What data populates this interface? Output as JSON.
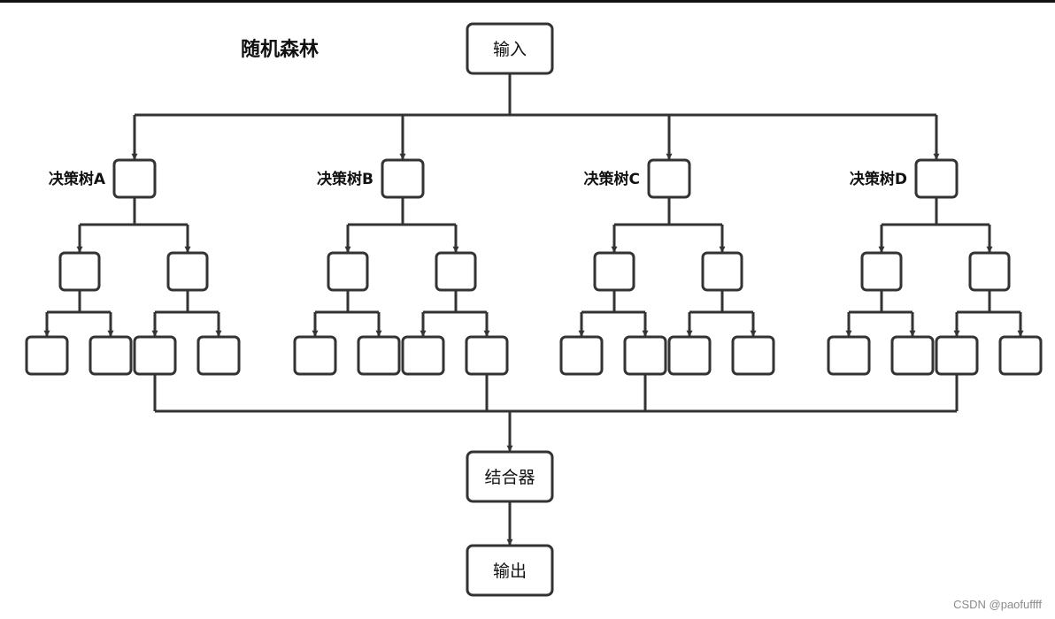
{
  "diagram": {
    "title": "随机森林",
    "input_label": "输入",
    "combiner_label": "结合器",
    "output_label": "输出",
    "trees": [
      {
        "label": "决策树A"
      },
      {
        "label": "决策树B"
      },
      {
        "label": "决策树C"
      },
      {
        "label": "决策树D"
      }
    ],
    "line_color": "#333333",
    "box_border_color": "#333333"
  },
  "watermark": "CSDN @paofuffff"
}
